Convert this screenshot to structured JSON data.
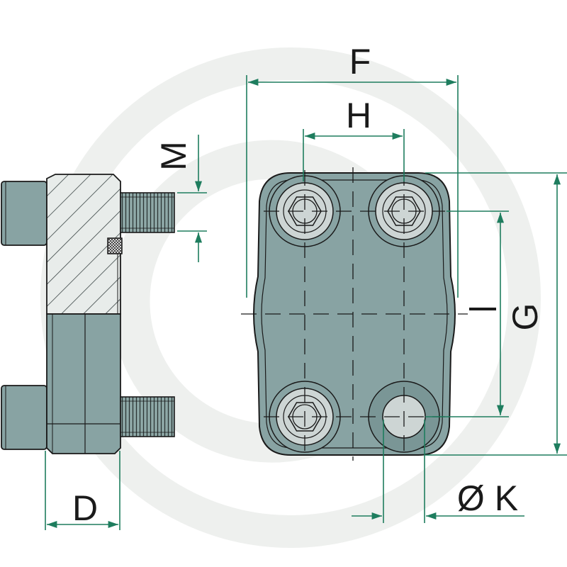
{
  "labels": {
    "f": "F",
    "h": "H",
    "m": "M",
    "g": "G",
    "i": "I",
    "d": "D",
    "k": "Ø K"
  },
  "colors": {
    "body": "#88a3a3",
    "body_dark": "#7a9696",
    "bolt": "#cdd5d4",
    "outline": "#1a1a1a",
    "dimension": "#1e7d5e",
    "watermark": "#eef0ee"
  }
}
